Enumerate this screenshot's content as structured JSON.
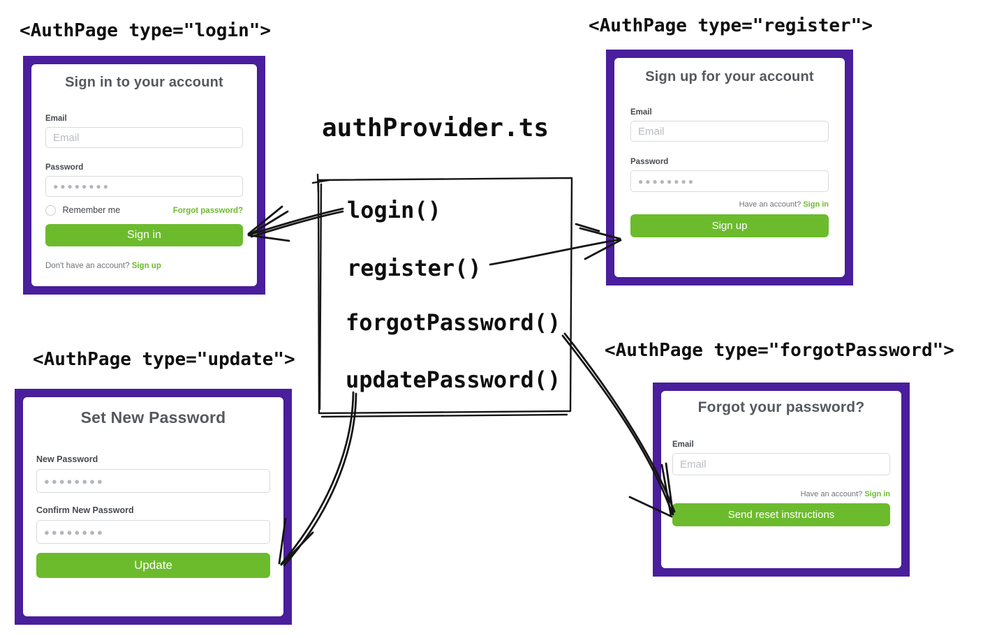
{
  "colors": {
    "purple": "#4a1e9c",
    "green": "#6cbb2d"
  },
  "center": {
    "filename": "authProvider.ts",
    "functions": [
      {
        "label": "login()"
      },
      {
        "label": "register()"
      },
      {
        "label": "forgotPassword()"
      },
      {
        "label": "updatePassword()"
      }
    ]
  },
  "login_page": {
    "tag": "<AuthPage type=\"login\">",
    "heading": "Sign in to your account",
    "email_label": "Email",
    "email_placeholder": "Email",
    "password_label": "Password",
    "password_masked": "●●●●●●●●",
    "remember_label": "Remember me",
    "forgot_link": "Forgot password?",
    "submit_label": "Sign in",
    "footer_text": "Don't have an account?",
    "footer_link": "Sign up"
  },
  "register_page": {
    "tag": "<AuthPage type=\"register\">",
    "heading": "Sign up for your account",
    "email_label": "Email",
    "email_placeholder": "Email",
    "password_label": "Password",
    "password_masked": "●●●●●●●●",
    "helper_text": "Have an account?",
    "helper_link": "Sign in",
    "submit_label": "Sign up"
  },
  "update_page": {
    "tag": "<AuthPage type=\"update\">",
    "heading": "Set New Password",
    "new_password_label": "New Password",
    "new_password_masked": "●●●●●●●●",
    "confirm_password_label": "Confirm New Password",
    "confirm_password_masked": "●●●●●●●●",
    "submit_label": "Update"
  },
  "forgot_page": {
    "tag": "<AuthPage type=\"forgotPassword\">",
    "heading": "Forgot your password?",
    "email_label": "Email",
    "email_placeholder": "Email",
    "helper_text": "Have an account?",
    "helper_link": "Sign in",
    "submit_label": "Send reset instructions"
  }
}
